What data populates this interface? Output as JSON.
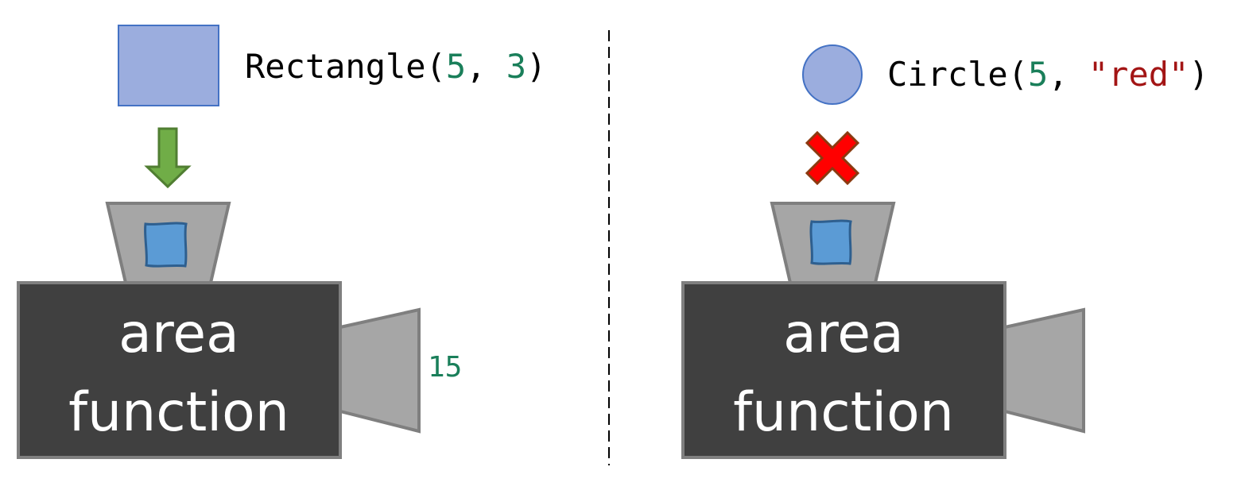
{
  "colors": {
    "number": "#1a7f5a",
    "string": "#a31515",
    "text": "#000000",
    "shape_fill": "#8fa5dc",
    "shape_stroke": "#4472c4",
    "machine_body": "#404040",
    "machine_parts": "#a6a6a6",
    "machine_stroke": "#7f7f7f",
    "slot_square": "#5b9bd5",
    "accept_arrow": "#70ad47",
    "reject_cross": "#ff0000"
  },
  "left": {
    "input_call": {
      "func": "Rectangle",
      "open": "(",
      "arg1": "5",
      "sep": ", ",
      "arg2": "3",
      "close": ")"
    },
    "machine": {
      "line1": "area",
      "line2": "function"
    },
    "output": "15"
  },
  "right": {
    "input_call": {
      "func": "Circle",
      "open": "(",
      "arg1": "5",
      "sep": ", ",
      "arg2": "\"red\"",
      "close": ")"
    },
    "machine": {
      "line1": "area",
      "line2": "function"
    }
  }
}
